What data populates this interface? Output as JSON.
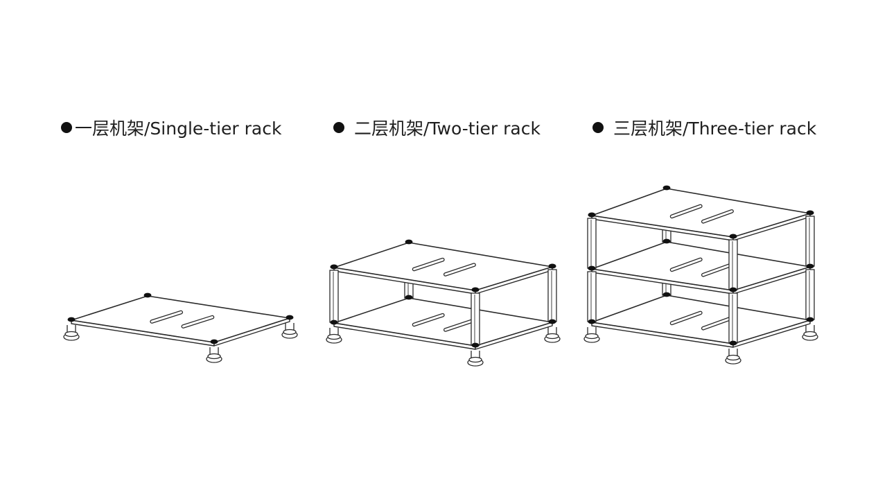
{
  "labels": {
    "single": "一层机架/Single-tier rack",
    "two": "二层机架/Two-tier rack",
    "three": "三层机架/Three-tier rack"
  },
  "racks": [
    {
      "name": "single-tier-rack",
      "tiers": 1
    },
    {
      "name": "two-tier-rack",
      "tiers": 2
    },
    {
      "name": "three-tier-rack",
      "tiers": 3
    }
  ],
  "colors": {
    "line": "#2a2a2a",
    "pad": "#111111",
    "text": "#1e1e1e"
  }
}
